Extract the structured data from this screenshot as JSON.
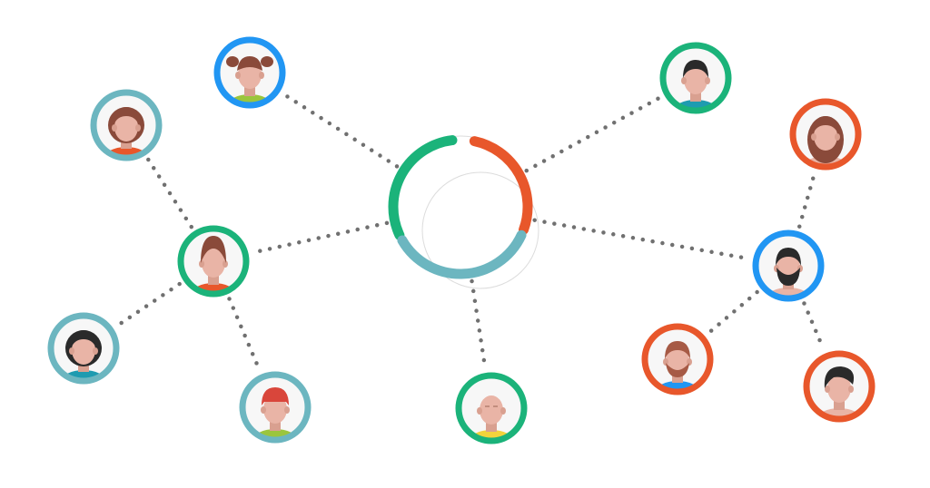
{
  "colors": {
    "background": "#ffffff",
    "connector": "#707070",
    "ring_teal": "#6cb6c0",
    "ring_green": "#1bb37a",
    "ring_orange": "#e8572b",
    "ring_blue": "#2196f3",
    "skin": "#e9b4a6",
    "hair_brown": "#8a4a3a",
    "hair_dark": "#2a2a2a"
  },
  "hub": {
    "arcs": [
      {
        "color": "ring_green",
        "segment": "left"
      },
      {
        "color": "ring_orange",
        "segment": "right"
      },
      {
        "color": "ring_teal",
        "segment": "bottom"
      }
    ]
  },
  "people": [
    {
      "id": "girl-pigtails",
      "ring": "ring_blue",
      "hair": "hair_brown",
      "shirt": "#9bc53d"
    },
    {
      "id": "woman-bob",
      "ring": "ring_teal",
      "hair": "hair_brown",
      "shirt": "#e8572b"
    },
    {
      "id": "woman-bun",
      "ring": "ring_green",
      "hair": "hair_brown",
      "shirt": "#e8572b"
    },
    {
      "id": "woman-dark",
      "ring": "ring_teal",
      "hair": "hair_dark",
      "shirt": "#1e9bb0"
    },
    {
      "id": "boy-red-hair",
      "ring": "ring_teal",
      "hair": "#d9463b",
      "shirt": "#9bc53d"
    },
    {
      "id": "bald-man",
      "ring": "ring_green",
      "hair": "none",
      "shirt": "#f2d33c"
    },
    {
      "id": "man-dark",
      "ring": "ring_green",
      "hair": "hair_dark",
      "shirt": "#1e9bb0"
    },
    {
      "id": "woman-long",
      "ring": "ring_orange",
      "hair": "hair_brown",
      "shirt": "#e9b4a6"
    },
    {
      "id": "man-beard",
      "ring": "ring_blue",
      "hair": "hair_dark",
      "shirt": "#e9b4a6"
    },
    {
      "id": "man-ginger-beard",
      "ring": "ring_orange",
      "hair": "#a65a45",
      "shirt": "#2196f3"
    },
    {
      "id": "man-swoop",
      "ring": "ring_orange",
      "hair": "hair_dark",
      "shirt": "#e9b4a6"
    }
  ],
  "connections": [
    [
      "hub",
      "girl-pigtails"
    ],
    [
      "hub",
      "woman-bun"
    ],
    [
      "hub",
      "bald-man"
    ],
    [
      "hub",
      "man-dark"
    ],
    [
      "hub",
      "man-beard"
    ],
    [
      "woman-bun",
      "woman-bob"
    ],
    [
      "woman-bun",
      "woman-dark"
    ],
    [
      "woman-bun",
      "boy-red-hair"
    ],
    [
      "man-beard",
      "woman-long"
    ],
    [
      "man-beard",
      "man-ginger-beard"
    ],
    [
      "man-beard",
      "man-swoop"
    ]
  ]
}
